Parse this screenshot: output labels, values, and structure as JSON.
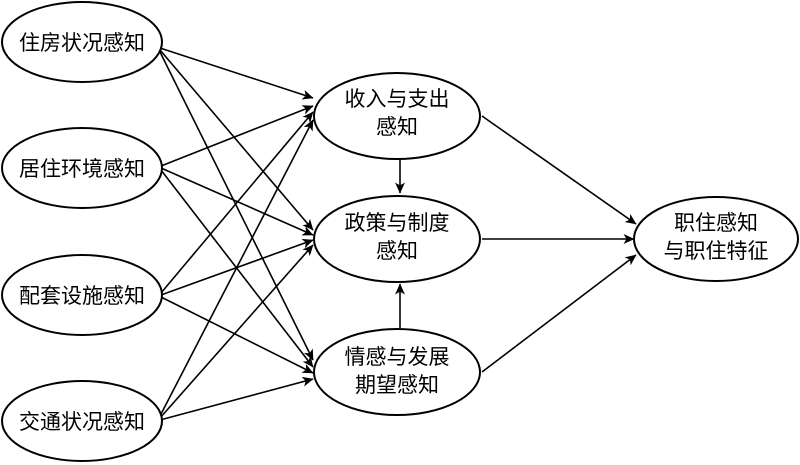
{
  "diagram": {
    "inputs": [
      {
        "id": "housing",
        "label": "住房状况感知"
      },
      {
        "id": "environment",
        "label": "居住环境感知"
      },
      {
        "id": "facilities",
        "label": "配套设施感知"
      },
      {
        "id": "traffic",
        "label": "交通状况感知"
      }
    ],
    "mediators": [
      {
        "id": "income",
        "lines": [
          "收入与支出",
          "感知"
        ]
      },
      {
        "id": "policy",
        "lines": [
          "政策与制度",
          "感知"
        ]
      },
      {
        "id": "emotion",
        "lines": [
          "情感与发展",
          "期望感知"
        ]
      }
    ],
    "outcome": {
      "id": "outcome",
      "lines": [
        "职住感知",
        "与职住特征"
      ]
    },
    "edges": [
      {
        "from": "housing",
        "to": "income"
      },
      {
        "from": "housing",
        "to": "policy"
      },
      {
        "from": "housing",
        "to": "emotion"
      },
      {
        "from": "environment",
        "to": "income"
      },
      {
        "from": "environment",
        "to": "policy"
      },
      {
        "from": "environment",
        "to": "emotion"
      },
      {
        "from": "facilities",
        "to": "income"
      },
      {
        "from": "facilities",
        "to": "policy"
      },
      {
        "from": "facilities",
        "to": "emotion"
      },
      {
        "from": "traffic",
        "to": "income"
      },
      {
        "from": "traffic",
        "to": "policy"
      },
      {
        "from": "traffic",
        "to": "emotion"
      },
      {
        "from": "income",
        "to": "policy"
      },
      {
        "from": "emotion",
        "to": "policy"
      },
      {
        "from": "income",
        "to": "outcome"
      },
      {
        "from": "policy",
        "to": "outcome"
      },
      {
        "from": "emotion",
        "to": "outcome"
      }
    ]
  }
}
